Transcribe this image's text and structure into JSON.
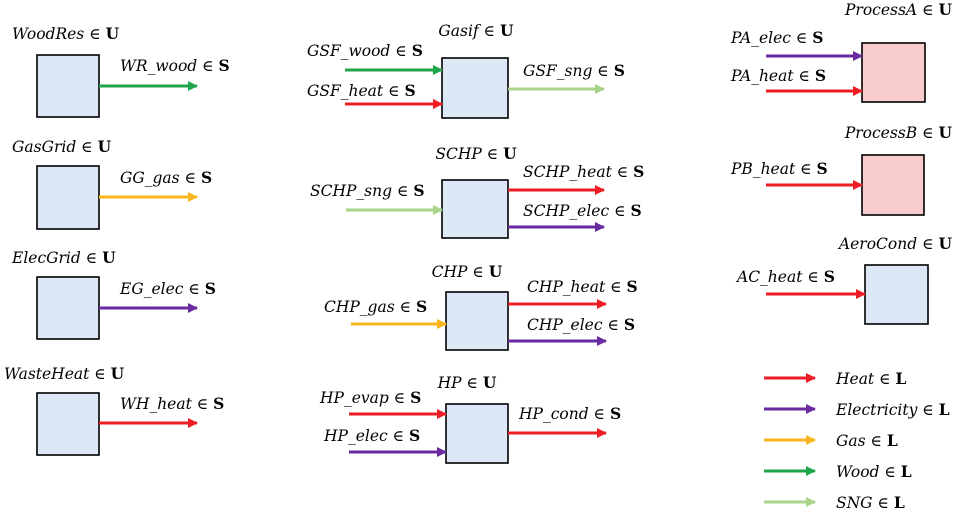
{
  "symbols": {
    "member": "∈"
  },
  "colors": {
    "heat": "#ee1c24",
    "electricity": "#6a2aa0",
    "gas": "#f9b51b",
    "wood": "#1fa64a",
    "sng": "#a8d48a",
    "unit_box": "#dde8f6",
    "process_box": "#f8cccc"
  },
  "units": [
    {
      "id": "woodres",
      "name": "WoodRes",
      "set": "U",
      "style": "unit",
      "streams": [
        {
          "name": "WR_wood",
          "set": "S",
          "kind": "wood",
          "dir": "out"
        }
      ]
    },
    {
      "id": "gasgrid",
      "name": "GasGrid",
      "set": "U",
      "style": "unit",
      "streams": [
        {
          "name": "GG_gas",
          "set": "S",
          "kind": "gas",
          "dir": "out"
        }
      ]
    },
    {
      "id": "elecgrid",
      "name": "ElecGrid",
      "set": "U",
      "style": "unit",
      "streams": [
        {
          "name": "EG_elec",
          "set": "S",
          "kind": "electricity",
          "dir": "out"
        }
      ]
    },
    {
      "id": "wasteheat",
      "name": "WasteHeat",
      "set": "U",
      "style": "unit",
      "streams": [
        {
          "name": "WH_heat",
          "set": "S",
          "kind": "heat",
          "dir": "out"
        }
      ]
    },
    {
      "id": "gasif",
      "name": "Gasif",
      "set": "U",
      "style": "unit",
      "streams": [
        {
          "name": "GSF_wood",
          "set": "S",
          "kind": "wood",
          "dir": "in"
        },
        {
          "name": "GSF_heat",
          "set": "S",
          "kind": "heat",
          "dir": "in"
        },
        {
          "name": "GSF_sng",
          "set": "S",
          "kind": "sng",
          "dir": "out"
        }
      ]
    },
    {
      "id": "schp",
      "name": "SCHP",
      "set": "U",
      "style": "unit",
      "streams": [
        {
          "name": "SCHP_sng",
          "set": "S",
          "kind": "sng",
          "dir": "in"
        },
        {
          "name": "SCHP_heat",
          "set": "S",
          "kind": "heat",
          "dir": "out"
        },
        {
          "name": "SCHP_elec",
          "set": "S",
          "kind": "electricity",
          "dir": "out"
        }
      ]
    },
    {
      "id": "chp",
      "name": "CHP",
      "set": "U",
      "style": "unit",
      "streams": [
        {
          "name": "CHP_gas",
          "set": "S",
          "kind": "gas",
          "dir": "in"
        },
        {
          "name": "CHP_heat",
          "set": "S",
          "kind": "heat",
          "dir": "out"
        },
        {
          "name": "CHP_elec",
          "set": "S",
          "kind": "electricity",
          "dir": "out"
        }
      ]
    },
    {
      "id": "hp",
      "name": "HP",
      "set": "U",
      "style": "unit",
      "streams": [
        {
          "name": "HP_evap",
          "set": "S",
          "kind": "heat",
          "dir": "in"
        },
        {
          "name": "HP_elec",
          "set": "S",
          "kind": "electricity",
          "dir": "in"
        },
        {
          "name": "HP_cond",
          "set": "S",
          "kind": "heat",
          "dir": "out"
        }
      ]
    },
    {
      "id": "processa",
      "name": "ProcessA",
      "set": "U",
      "style": "process",
      "streams": [
        {
          "name": "PA_elec",
          "set": "S",
          "kind": "electricity",
          "dir": "in"
        },
        {
          "name": "PA_heat",
          "set": "S",
          "kind": "heat",
          "dir": "in"
        }
      ]
    },
    {
      "id": "processb",
      "name": "ProcessB",
      "set": "U",
      "style": "process",
      "streams": [
        {
          "name": "PB_heat",
          "set": "S",
          "kind": "heat",
          "dir": "in"
        }
      ]
    },
    {
      "id": "aerocond",
      "name": "AeroCond",
      "set": "U",
      "style": "unit",
      "streams": [
        {
          "name": "AC_heat",
          "set": "S",
          "kind": "heat",
          "dir": "in"
        }
      ]
    }
  ],
  "legend": [
    {
      "name": "Heat",
      "set": "L",
      "kind": "heat"
    },
    {
      "name": "Electricity",
      "set": "L",
      "kind": "electricity"
    },
    {
      "name": "Gas",
      "set": "L",
      "kind": "gas"
    },
    {
      "name": "Wood",
      "set": "L",
      "kind": "wood"
    },
    {
      "name": "SNG",
      "set": "L",
      "kind": "sng"
    }
  ]
}
